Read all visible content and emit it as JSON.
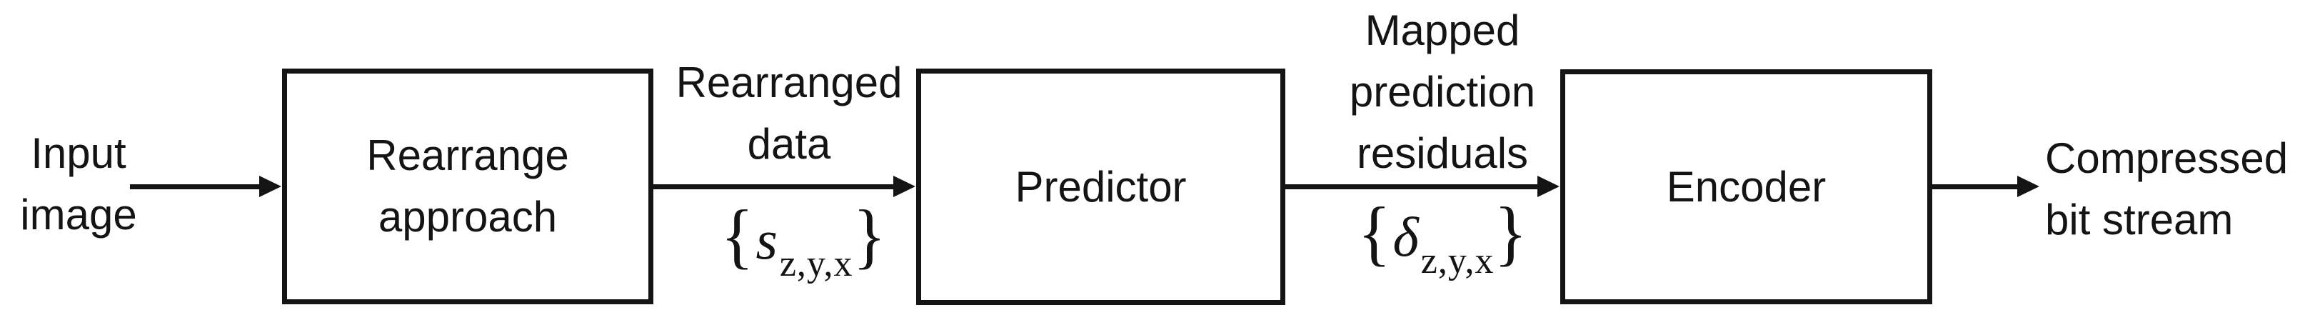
{
  "colors": {
    "ink": "#141414",
    "bg": "#ffffff"
  },
  "input_label": {
    "lines": [
      "Input",
      "image"
    ]
  },
  "boxes": {
    "rearrange": {
      "lines": [
        "Rearrange",
        "approach"
      ]
    },
    "predictor": {
      "lines": [
        "Predictor"
      ]
    },
    "encoder": {
      "lines": [
        "Encoder"
      ]
    }
  },
  "arrow_labels": {
    "rearranged_data": {
      "lines": [
        "Rearranged",
        "data"
      ],
      "math": {
        "open": "{",
        "var": "s",
        "sub": "z,y,x",
        "close": "}"
      }
    },
    "mapped_residuals": {
      "lines": [
        "Mapped",
        "prediction",
        "residuals"
      ],
      "math": {
        "open": "{",
        "var": "δ",
        "sub": "z,y,x",
        "close": "}"
      }
    }
  },
  "output_label": {
    "lines": [
      "Compressed",
      "bit stream"
    ]
  }
}
